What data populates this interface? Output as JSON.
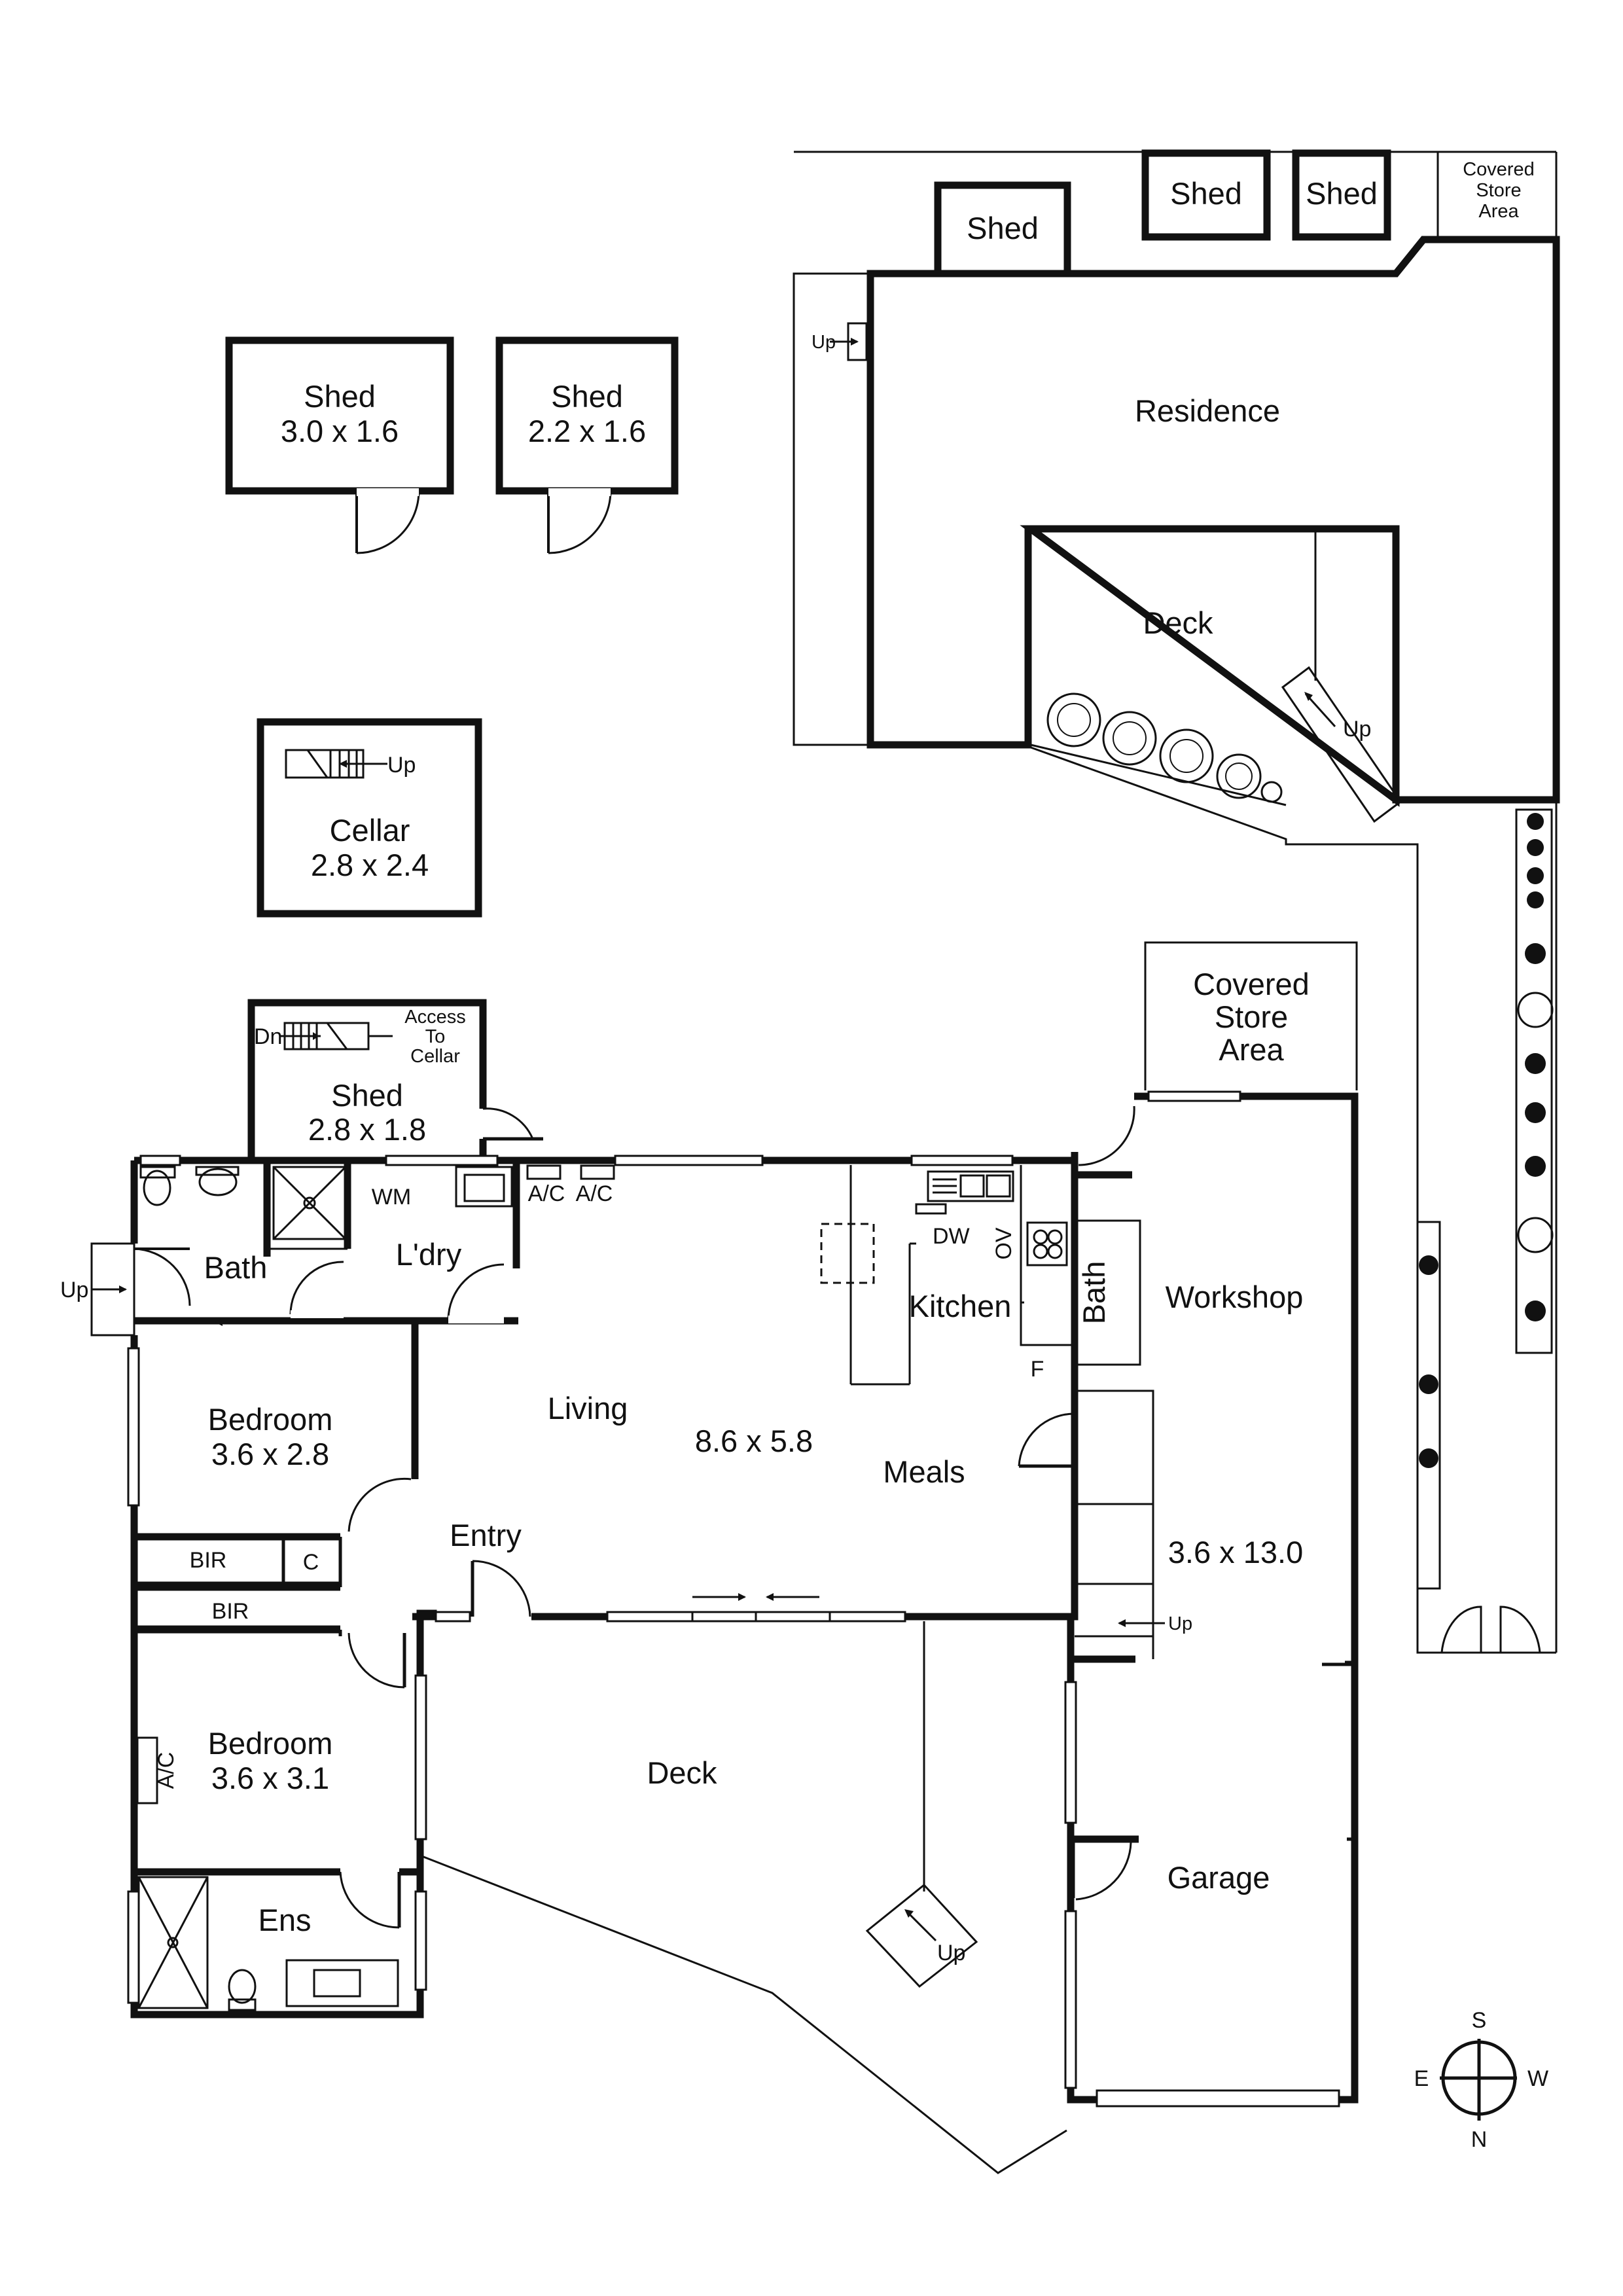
{
  "rooms": {
    "shed1": {
      "name": "Shed",
      "size": "3.0 x 1.6"
    },
    "shed2": {
      "name": "Shed",
      "size": "2.2 x 1.6"
    },
    "cellar": {
      "name": "Cellar",
      "size": "2.8 x 2.4",
      "stair": "Up"
    },
    "shed3": {
      "name": "Shed",
      "size": "2.8 x 1.8",
      "stair": "Dn",
      "access_line1": "Access",
      "access_line2": "To",
      "access_line3": "Cellar"
    },
    "bath": {
      "name": "Bath"
    },
    "laundry": {
      "name": "L'dry",
      "wm": "WM"
    },
    "ac_1": "A/C",
    "ac_2": "A/C",
    "ac_3": "A/C",
    "bedroom1": {
      "name": "Bedroom",
      "size": "3.6 x 2.8"
    },
    "bir1": "BIR",
    "cupboard": "C",
    "bir2": "BIR",
    "bedroom2": {
      "name": "Bedroom",
      "size": "3.6 x 3.1"
    },
    "ensuite": {
      "name": "Ens"
    },
    "living": {
      "name": "Living",
      "size": "8.6 x 5.8"
    },
    "entry": {
      "name": "Entry"
    },
    "meals": {
      "name": "Meals"
    },
    "kitchen": {
      "name": "Kitchen",
      "dw": "DW",
      "ov": "OV",
      "fridge": "F"
    },
    "workshop": {
      "name": "Workshop",
      "bath": "Bath",
      "size": "3.6 x 13.0"
    },
    "covered_store": {
      "line1": "Covered",
      "line2": "Store",
      "line3": "Area"
    },
    "deck_main": {
      "name": "Deck"
    },
    "garage": {
      "name": "Garage"
    },
    "residence": {
      "name": "Residence"
    },
    "deck_residence": {
      "name": "Deck"
    },
    "shed_res1": {
      "name": "Shed"
    },
    "shed_res2": {
      "name": "Shed"
    },
    "shed_res3": {
      "name": "Shed"
    },
    "covered_store_small": {
      "line1": "Covered",
      "line2": "Store",
      "line3": "Area"
    }
  },
  "stairs": {
    "bath_up": "Up",
    "workshop_up": "Up",
    "deck_up": "Up",
    "residence_up": "Up",
    "res_deck_up": "Up"
  },
  "compass": {
    "north": "N",
    "south": "S",
    "east": "E",
    "west": "W"
  }
}
